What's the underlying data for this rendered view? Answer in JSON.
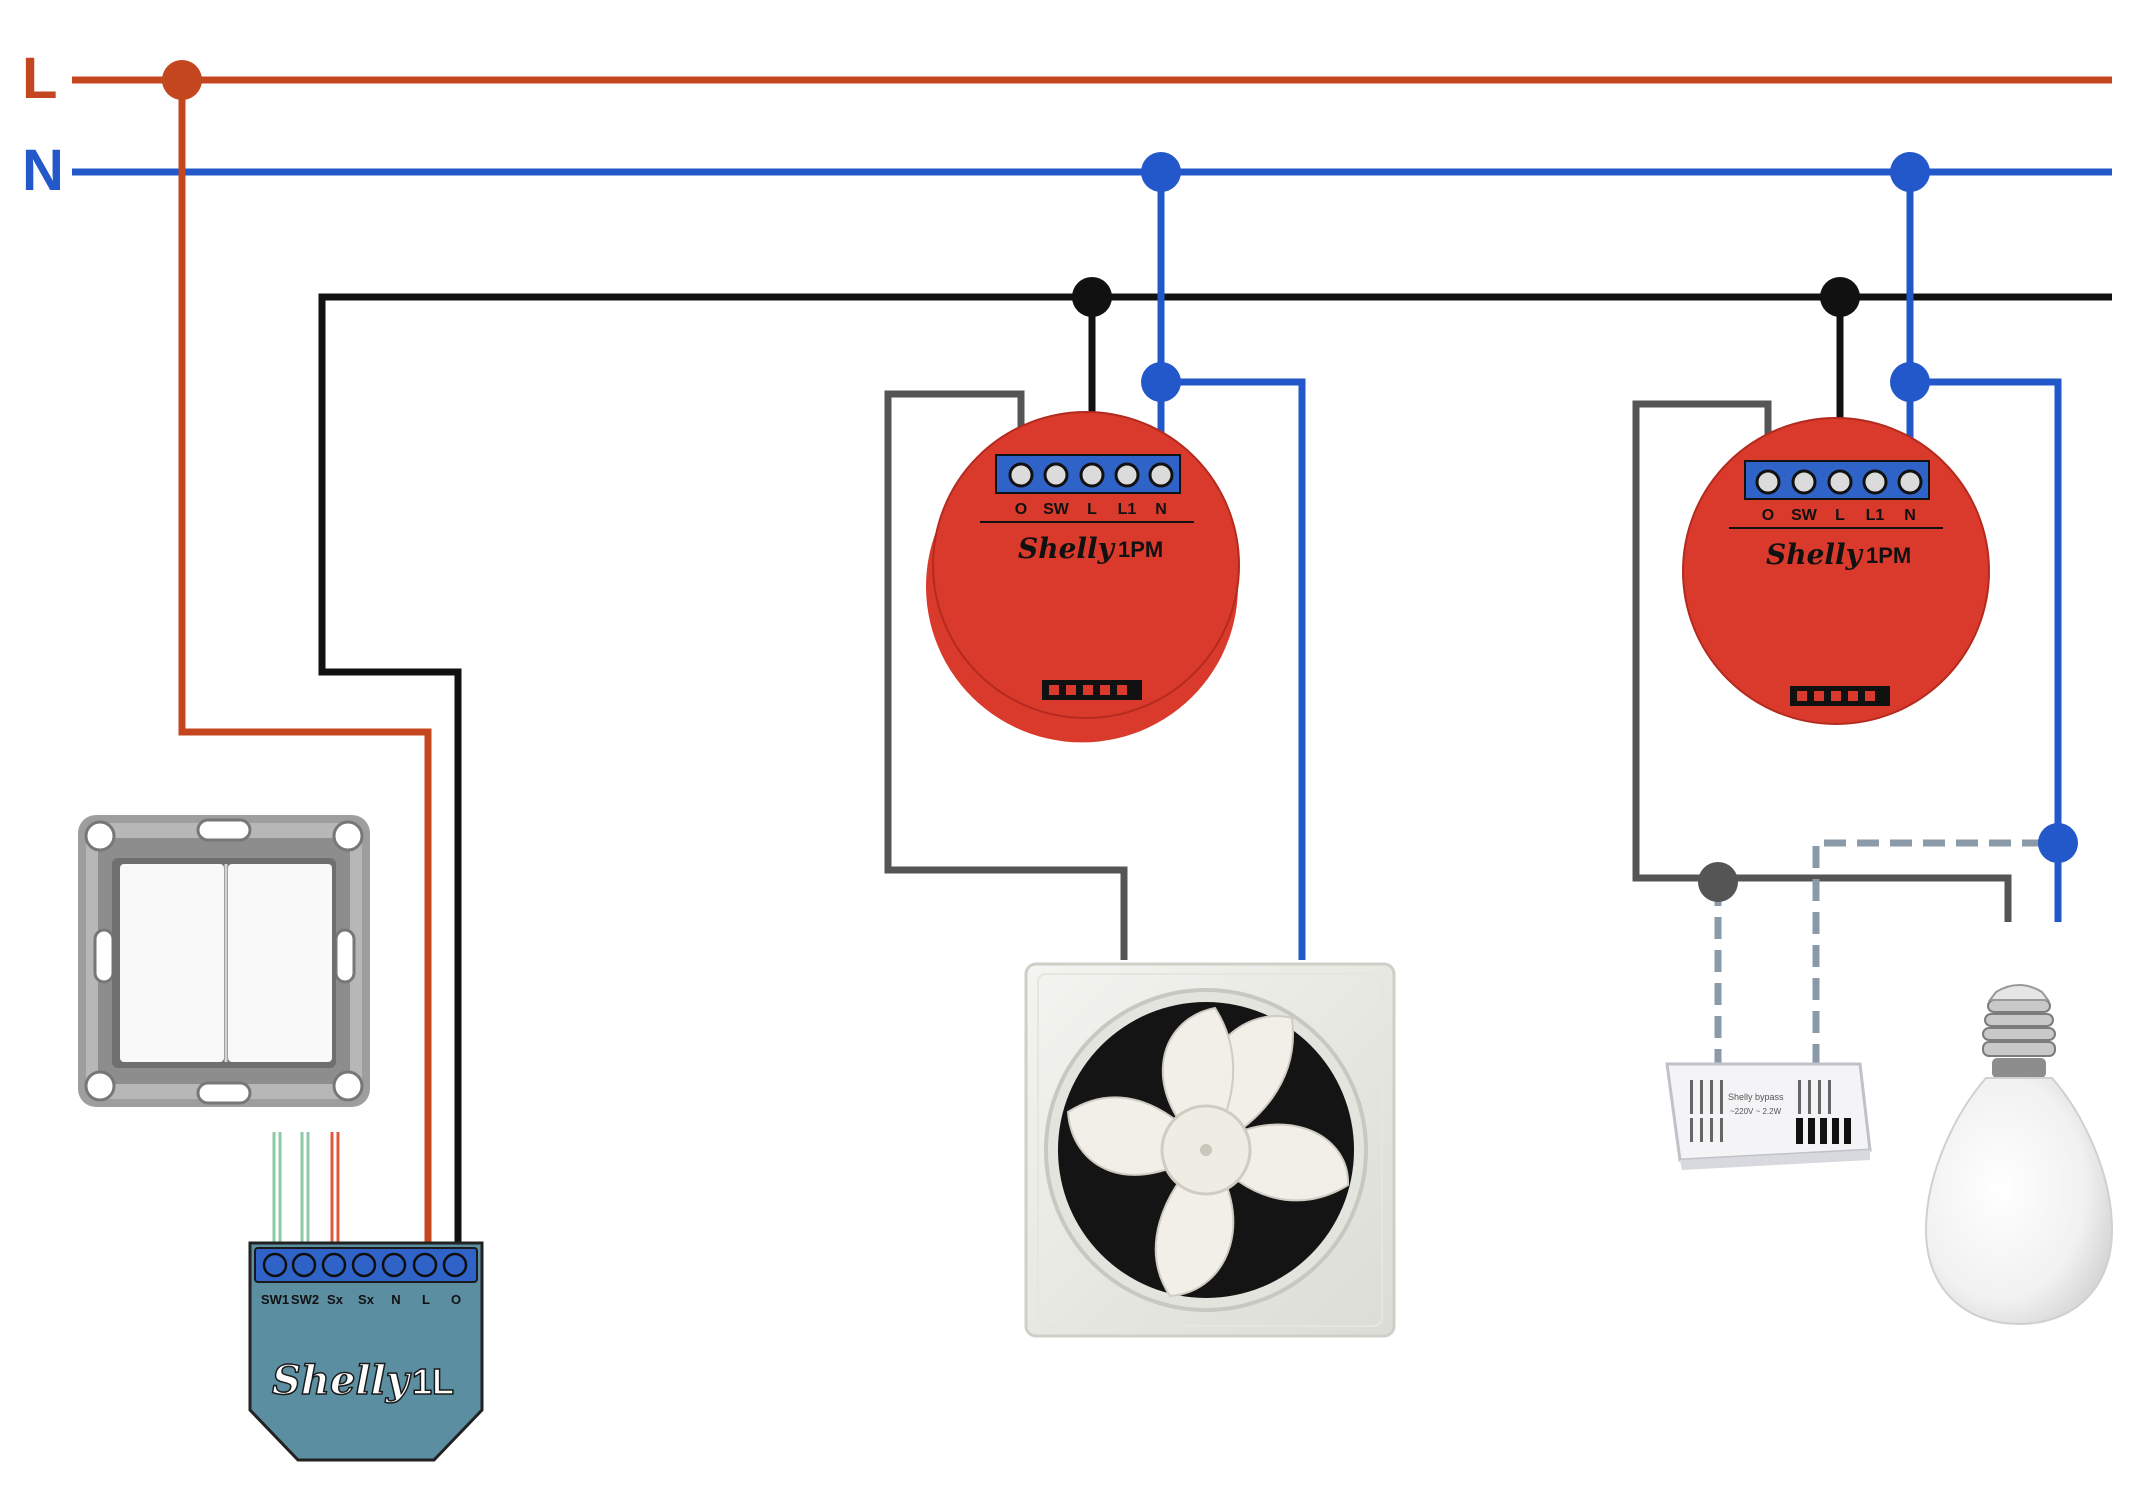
{
  "lines": {
    "live_label": "L",
    "neutral_label": "N"
  },
  "colors": {
    "live": "#c4461e",
    "neutral": "#2258c9",
    "switched": "#111111",
    "output": "#555555",
    "bypass": "#8a9aa8",
    "shelly_1pm_body": "#d93a2b",
    "shelly_1l_body": "#5c8ea1"
  },
  "shelly_1l": {
    "brand": "Shelly",
    "model": "1L",
    "terminals": [
      "SW1",
      "SW2",
      "Sx",
      "Sx",
      "N",
      "L",
      "O"
    ]
  },
  "shelly_1pm_a": {
    "brand": "Shelly",
    "model": "1PM",
    "terminals": [
      "O",
      "SW",
      "L",
      "L1",
      "N"
    ]
  },
  "shelly_1pm_b": {
    "brand": "Shelly",
    "model": "1PM",
    "terminals": [
      "O",
      "SW",
      "L",
      "L1",
      "N"
    ]
  },
  "bypass": {
    "label": "Shelly bypass",
    "sublabel": "~220V ~ 2.2W"
  },
  "devices": [
    "wall-switch-icon",
    "exhaust-fan-icon",
    "led-bulb-icon",
    "bypass-module-icon"
  ]
}
